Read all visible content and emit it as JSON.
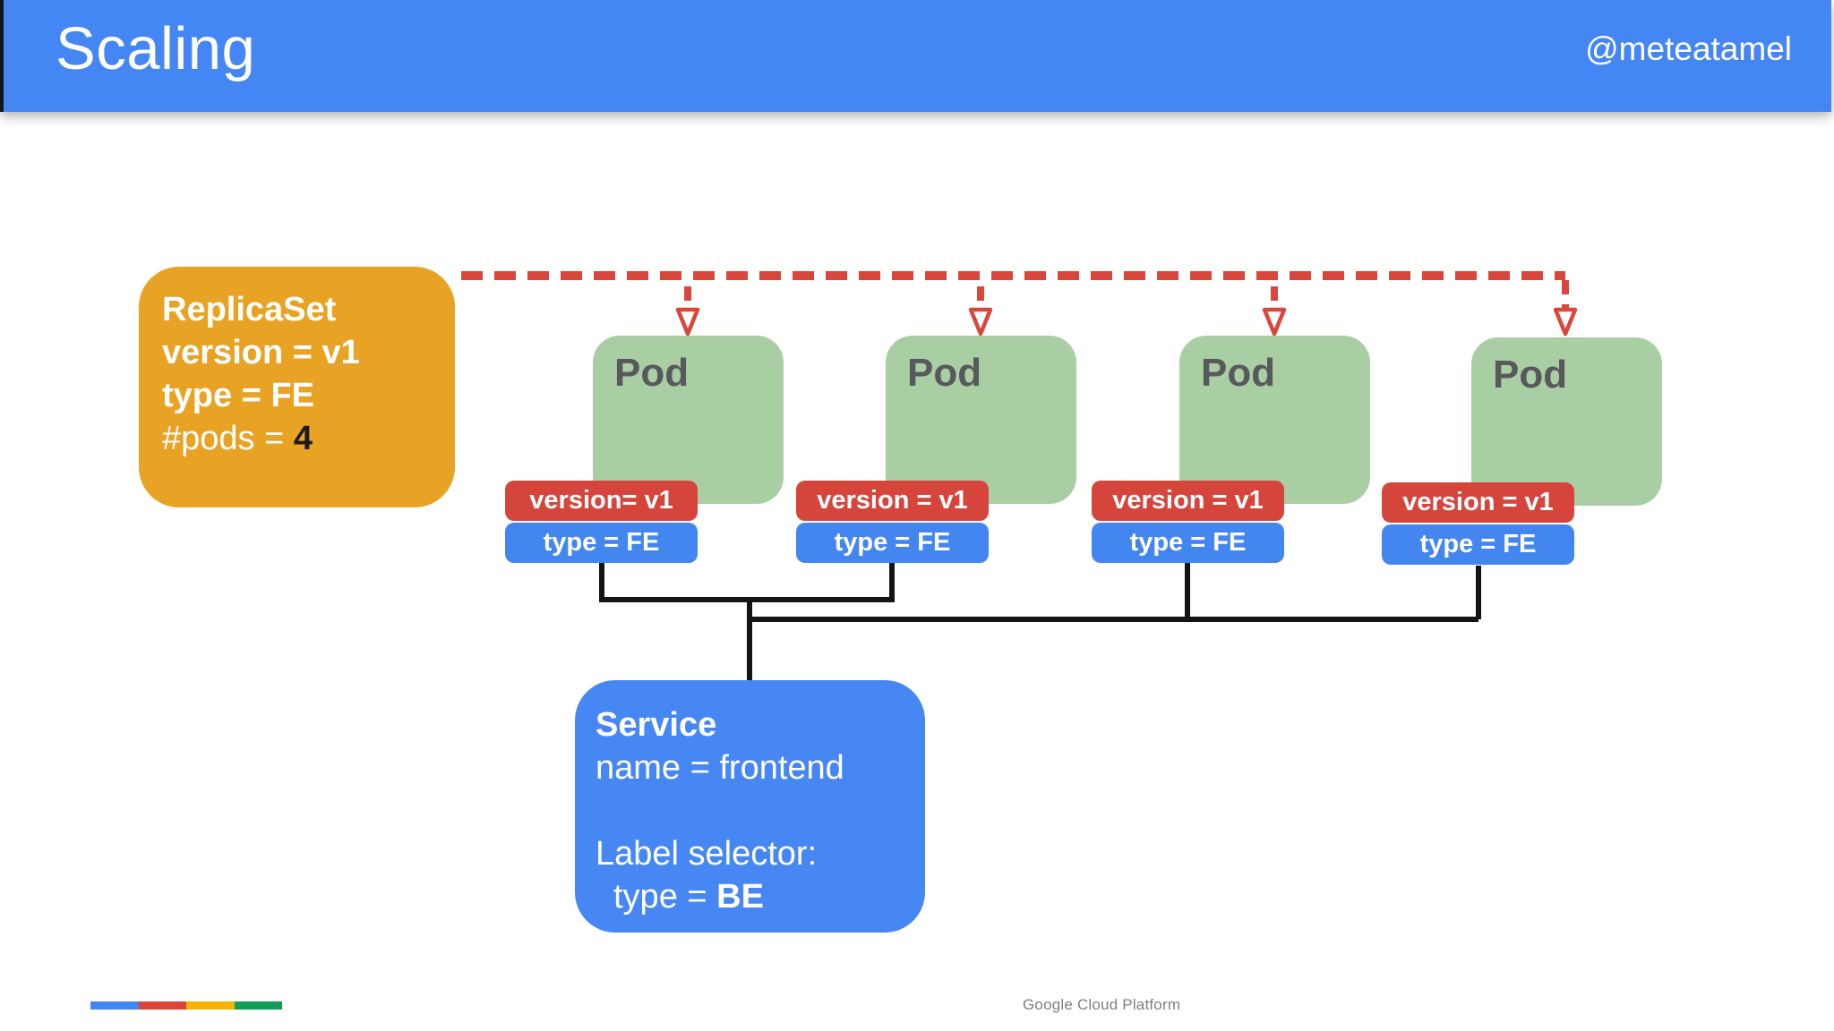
{
  "header": {
    "title": "Scaling",
    "handle": "@meteatamel"
  },
  "replicaset": {
    "title": "ReplicaSet",
    "version_line": "version = v1",
    "type_line": "type = FE",
    "pods_prefix": "#pods = ",
    "pods_count": "4"
  },
  "pods": [
    {
      "label": "Pod",
      "version_label": "version= v1",
      "type_label": "type = FE"
    },
    {
      "label": "Pod",
      "version_label": "version = v1",
      "type_label": "type = FE"
    },
    {
      "label": "Pod",
      "version_label": "version = v1",
      "type_label": "type = FE"
    },
    {
      "label": "Pod",
      "version_label": "version = v1",
      "type_label": "type = FE"
    }
  ],
  "service": {
    "title": "Service",
    "name_line": "name = frontend",
    "selector_heading": "Label selector:",
    "selector_prefix": "type = ",
    "selector_value": "BE"
  },
  "footer": {
    "brand": "Google Cloud Platform",
    "bar_colors": [
      "#4285F4",
      "#DB4437",
      "#F4B400",
      "#0F9D58"
    ]
  },
  "colors": {
    "header_blue": "#4486F3",
    "replicaset_orange": "#E8A325",
    "pod_green": "#A9CEA3",
    "badge_red": "#D6453B",
    "badge_blue": "#4486F0",
    "service_blue": "#4787F3",
    "dashed_red": "#D9473C",
    "connector_black": "#141414"
  }
}
